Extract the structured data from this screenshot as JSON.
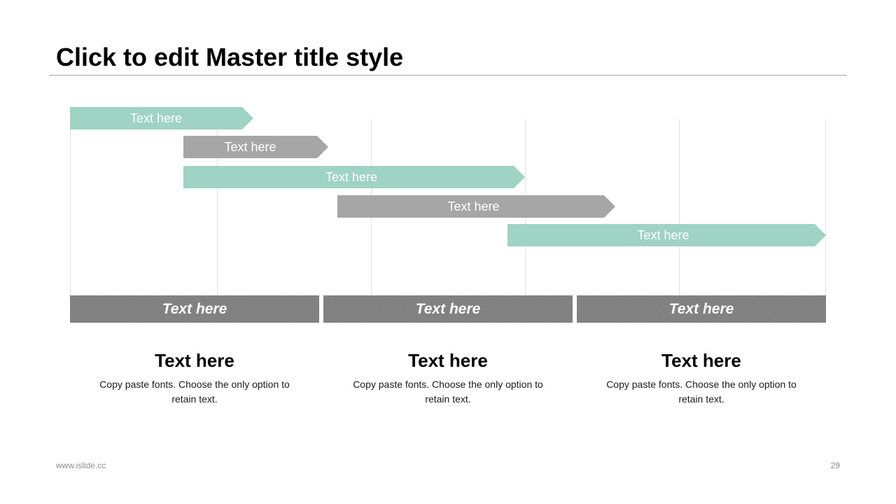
{
  "slide": {
    "title": "Click to edit Master title style"
  },
  "colors": {
    "teal": "#9fd3c3",
    "gray": "#a6a6a6",
    "phase": "#7f7f7f"
  },
  "timeline": {
    "bars": [
      {
        "label": "Text here",
        "color": "teal"
      },
      {
        "label": "Text here",
        "color": "gray"
      },
      {
        "label": "Text here",
        "color": "teal"
      },
      {
        "label": "Text here",
        "color": "gray"
      },
      {
        "label": "Text here",
        "color": "teal"
      }
    ],
    "phases": [
      {
        "label": "Text here"
      },
      {
        "label": "Text here"
      },
      {
        "label": "Text here"
      }
    ]
  },
  "columns": [
    {
      "heading": "Text here",
      "body": "Copy paste fonts. Choose the only option to retain text."
    },
    {
      "heading": "Text here",
      "body": "Copy paste fonts. Choose the only option to retain text."
    },
    {
      "heading": "Text here",
      "body": "Copy paste fonts. Choose the only option to retain text."
    }
  ],
  "footer": {
    "url": "www.islide.cc",
    "page_number": "29"
  }
}
